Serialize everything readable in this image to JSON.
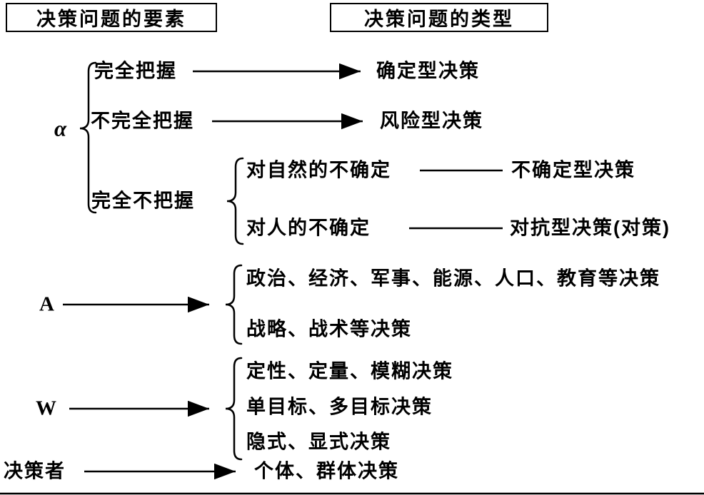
{
  "header": {
    "title_left": "决策问题的要素",
    "title_right": "决策问题的类型"
  },
  "alpha_section": {
    "label": "α",
    "full_grasp": "完全把握",
    "full_grasp_result": "确定型决策",
    "incomplete_grasp": "不完全把握",
    "incomplete_grasp_result": "风险型决策",
    "no_grasp": "完全不把握",
    "nature_uncertainty": "对自然的不确定",
    "nature_uncertainty_result": "不确定型决策",
    "human_uncertainty": "对人的不确定",
    "human_uncertainty_result": "对抗型决策(对策)"
  },
  "a_section": {
    "label": "A",
    "items": [
      "政治、经济、军事、能源、人口、教育等决策",
      "战略、战术等决策"
    ]
  },
  "w_section": {
    "label": "W",
    "items": [
      "定性、定量、模糊决策",
      "单目标、多目标决策",
      "隐式、显式决策"
    ]
  },
  "decision_maker_section": {
    "label": "决策者",
    "result": "个体、群体决策"
  }
}
